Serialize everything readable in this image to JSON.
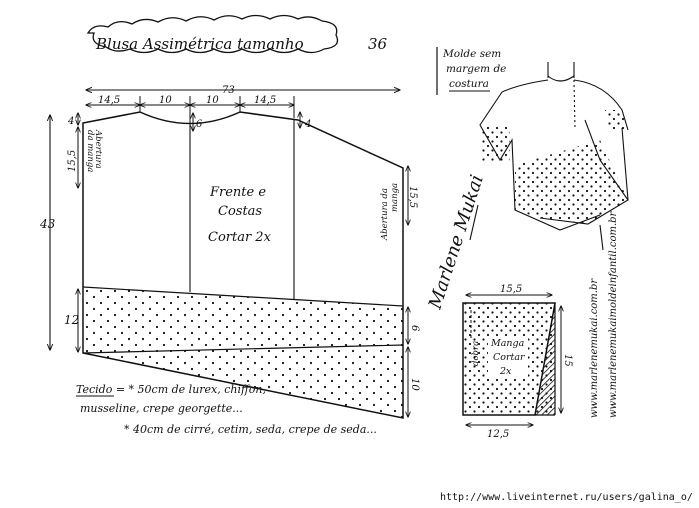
{
  "title": "Blusa Assimétrica tamanho",
  "size": "36",
  "note_lines": [
    "Molde sem",
    "margem de",
    "costura"
  ],
  "bodice": {
    "label_lines": [
      "Frente e",
      "Costas",
      "Cortar 2x"
    ],
    "width_total": "73",
    "top_segments": [
      "14,5",
      "10",
      "10",
      "14,5"
    ],
    "neck_depth": "6",
    "shoulder_left": "4",
    "shoulder_right": "4",
    "height_left": "43",
    "armhole_left_value": "15,5",
    "armhole_left_label_lines": [
      "Abertura",
      "da manga"
    ],
    "armhole_right_value": "15,5",
    "armhole_right_label_lines": [
      "Abertura da",
      "manga"
    ],
    "hem_left": "12",
    "hem_right_upper": "6",
    "hem_right_lower": "10"
  },
  "sleeve": {
    "label_lines": [
      "Manga",
      "Cortar",
      "2x"
    ],
    "width_top": "15,5",
    "width_bottom": "12,5",
    "height": "15",
    "fold_label": "dobra"
  },
  "fabric": {
    "lines": [
      "Tecido = * 50cm de lurex, chiffon,",
      "musseline, crepe georgette...",
      "* 40cm de cirré, cetim, seda, crepe de seda..."
    ]
  },
  "signature": "Marlene Mukai",
  "websites": [
    "www.marlenemukai.com.br",
    "www.marlenemukaimoldeinfantil.com.br"
  ],
  "footer_url": "http://www.liveinternet.ru/users/galina_o/"
}
